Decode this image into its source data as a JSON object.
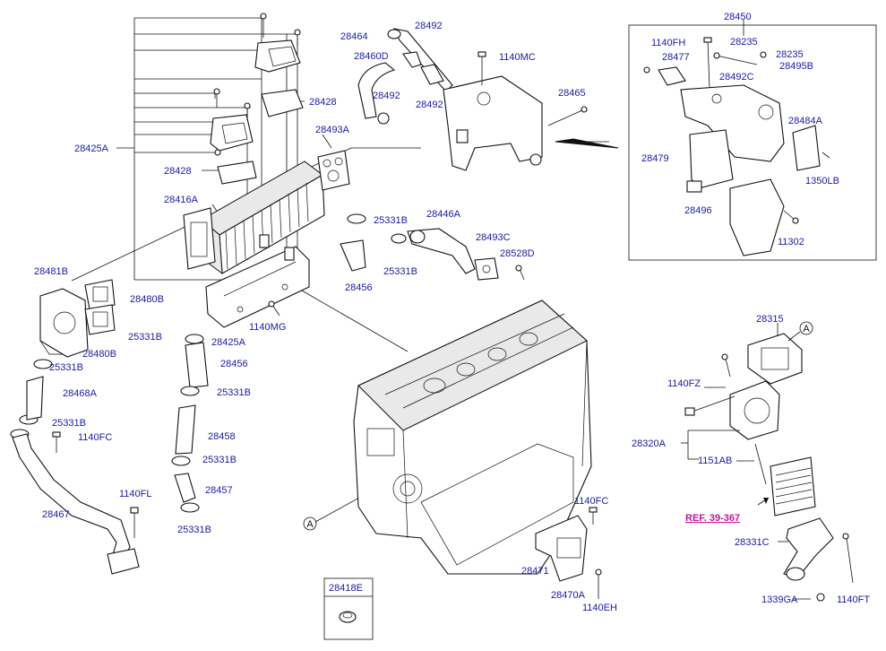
{
  "labels": {
    "p28464": "28464",
    "p28492a": "28492",
    "p28460D": "28460D",
    "p1140MC": "1140MC",
    "p28492b": "28492",
    "p28492c": "28492",
    "p28465": "28465",
    "p28428a": "28428",
    "p28425A_left": "28425A",
    "p28493A": "28493A",
    "p28428b": "28428",
    "p28416A": "28416A",
    "p25331B_a": "25331B",
    "p28446A": "28446A",
    "p28493C": "28493C",
    "p28528D": "28528D",
    "p25331B_b": "25331B",
    "p28456a": "28456",
    "p28481B": "28481B",
    "p28480B_a": "28480B",
    "p28480B_b": "28480B",
    "p25331B_c": "25331B",
    "p28425A_bottom": "28425A",
    "p1140MG": "1140MG",
    "p25331B_d": "25331B",
    "p28456b": "28456",
    "p28468A": "28468A",
    "p25331B_e": "25331B",
    "p25331B_f": "25331B",
    "p1140FC_a": "1140FC",
    "p28458": "28458",
    "p25331B_g": "25331B",
    "p28457": "28457",
    "p28467": "28467",
    "p1140FL": "1140FL",
    "p25331B_h": "25331B",
    "p28450": "28450",
    "p1140FH": "1140FH",
    "p28235a": "28235",
    "p28477": "28477",
    "p28235b": "28235",
    "p28495B": "28495B",
    "p28492C": "28492C",
    "p28484A": "28484A",
    "p28479": "28479",
    "p1350LB": "1350LB",
    "p28496": "28496",
    "p11302": "11302",
    "p28315": "28315",
    "p1140FZ": "1140FZ",
    "p28320A": "28320A",
    "p1151AB": "1151AB",
    "p1140FC_b": "1140FC",
    "p28471": "28471",
    "p28470A": "28470A",
    "p1140EH": "1140EH",
    "p28331C": "28331C",
    "p1339GA": "1339GA",
    "p1140FT": "1140FT",
    "p28418E": "28418E"
  },
  "callouts": {
    "a1": "A",
    "a2": "A"
  },
  "reference": "REF. 39-367"
}
